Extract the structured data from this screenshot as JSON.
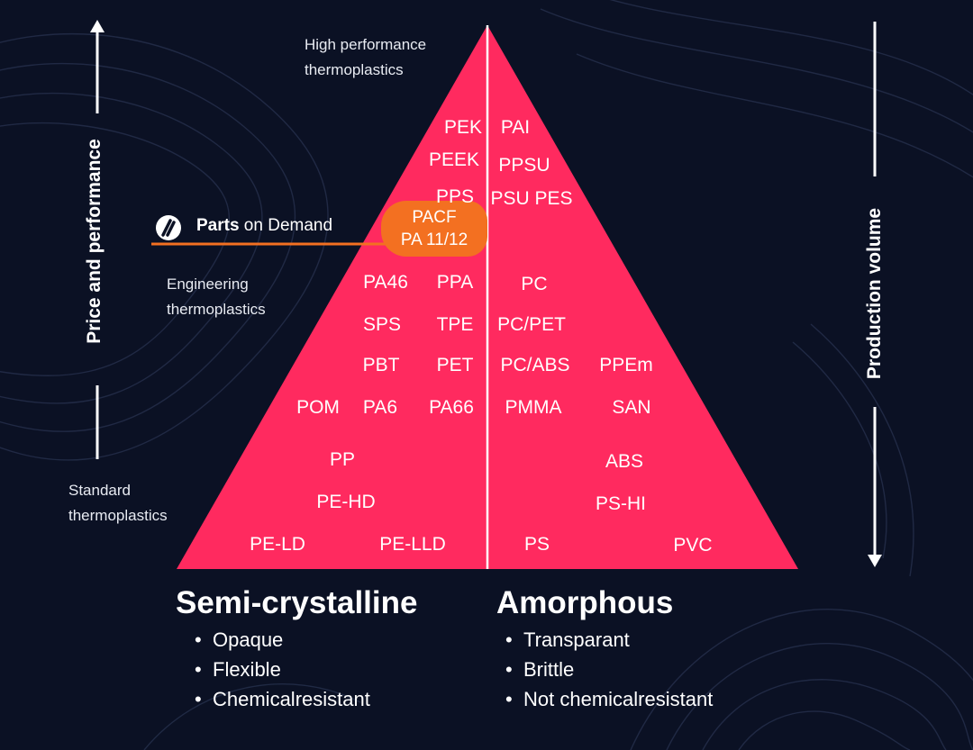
{
  "labels": {
    "high_performance": [
      "High performance",
      "thermoplastics"
    ],
    "engineering": [
      "Engineering",
      "thermoplastics"
    ],
    "standard": [
      "Standard",
      "thermoplastics"
    ]
  },
  "axes": {
    "left": "Price and performance",
    "right": "Production volume"
  },
  "brand": {
    "bold": "Parts",
    "rest": " on Demand"
  },
  "highlight": {
    "line1": "PACF",
    "line2": "PA 11/12"
  },
  "materials": {
    "semi": [
      "PEK",
      "PEEK",
      "PPS",
      "PA46",
      "PPA",
      "SPS",
      "TPE",
      "PBT",
      "PET",
      "POM",
      "PA6",
      "PA66",
      "PP",
      "PE-HD",
      "PE-LD",
      "PE-LLD"
    ],
    "amorphous": [
      "PAI",
      "PPSU",
      "PSU PES",
      "PC",
      "PC/PET",
      "PC/ABS",
      "PPEm",
      "PMMA",
      "SAN",
      "ABS",
      "PS-HI",
      "PS",
      "PVC"
    ]
  },
  "categories": {
    "semi": {
      "title": "Semi-crystalline",
      "props": [
        "Opaque",
        "Flexible",
        "Chemicalresistant"
      ]
    },
    "amorphous": {
      "title": "Amorphous",
      "props": [
        "Transparant",
        "Brittle",
        "Not chemicalresistant"
      ]
    }
  },
  "colors": {
    "background": "#0b1124",
    "pyramid": "#ff2a5f",
    "accent": "#f37021",
    "text": "#ffffff"
  },
  "icons": {
    "arrow_up": "arrow-up-icon",
    "arrow_down": "arrow-down-icon",
    "logo": "parts-on-demand-logo-icon"
  }
}
